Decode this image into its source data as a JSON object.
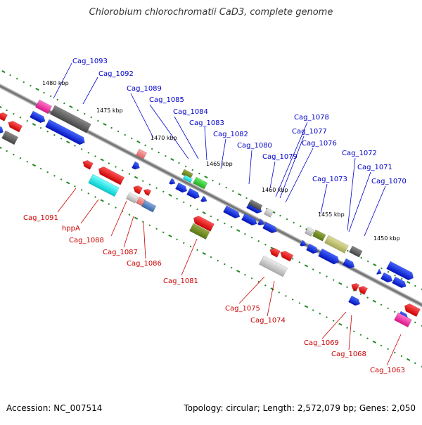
{
  "title": "Chlorobium chlorochromatii CaD3, complete genome",
  "footer": {
    "accession": "Accession: NC_007514",
    "summary": "Topology: circular; Length: 2,572,079 bp; Genes: 2,050"
  },
  "ruler_ticks": [
    "1480 kbp",
    "1475 kbp",
    "1470 kbp",
    "1465 kbp",
    "1460 kbp",
    "1455 kbp",
    "1450 kbp"
  ],
  "top_labels": [
    "Cag_1093",
    "Cag_1092",
    "Cag_1089",
    "Cag_1085",
    "Cag_1084",
    "Cag_1083",
    "Cag_1082",
    "Cag_1080",
    "Cag_1079",
    "Cag_1078",
    "Cag_1077",
    "Cag_1076",
    "Cag_1073",
    "Cag_1072",
    "Cag_1071",
    "Cag_1070"
  ],
  "bottom_labels": [
    "Cag_1091",
    "hppA",
    "Cag_1088",
    "Cag_1087",
    "Cag_1086",
    "Cag_1081",
    "Cag_1075",
    "Cag_1074",
    "Cag_1069",
    "Cag_1068",
    "Cag_1063"
  ],
  "colors": {
    "forward_label": "#0000cc",
    "reverse_label": "#cc0000",
    "forward_gene": "#0022ee",
    "reverse_gene": "#ee1111",
    "backbone": "#888888",
    "tick": "#228822"
  }
}
